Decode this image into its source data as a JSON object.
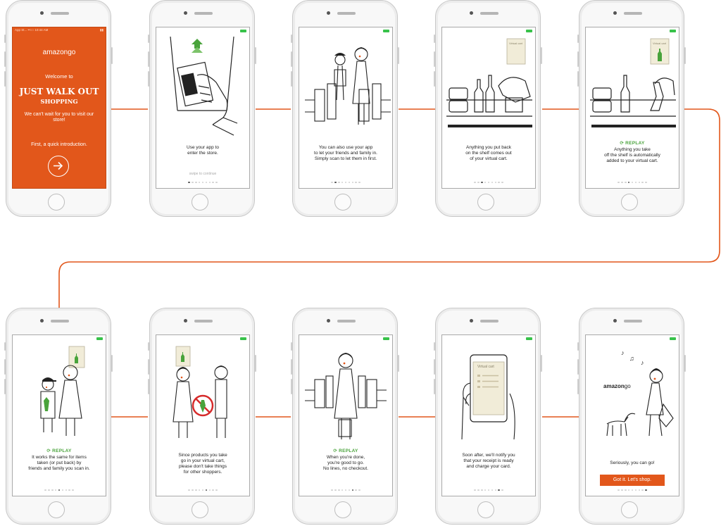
{
  "colors": {
    "accent": "#e2571b",
    "replay": "#49a33b",
    "battery": "#38c24a",
    "connector": "#e2571b"
  },
  "welcome": {
    "status_left": "App St...  ••○○  10:44 AM",
    "status_right": "▮▮",
    "logo_word": "amazon",
    "logo_go": "go",
    "line1": "Welcome to",
    "line2": "JUST WALK OUT",
    "line3": "SHOPPING",
    "line4": "We can't wait for you to visit our store!",
    "line5": "First, a quick introduction.",
    "arrow_icon": "arrow-right-icon"
  },
  "replay_label": "REPLAY",
  "screens": [
    {
      "caption": "Use your app to\nenter the store.",
      "hint": "swipe to continue"
    },
    {
      "caption": "You can also use your app\nto let your friends and family in.\nSimply scan to let them in first."
    },
    {
      "caption": "Anything you put back\non the shelf comes out\nof your virtual cart.",
      "cart_label": "Virtual cart"
    },
    {
      "caption": "Anything you take\noff the shelf is automatically\nadded to your virtual cart.",
      "cart_label": "Virtual cart"
    },
    {
      "caption": "It works the same for items\ntaken (or put back) by\nfriends and family you scan in."
    },
    {
      "caption": "Since products you take\ngo in your virtual cart,\nplease don't take things\nfor other shoppers."
    },
    {
      "caption": "When you're done,\nyou're good to go.\nNo lines, no checkout."
    },
    {
      "caption": "Soon after, we'll notify you\nthat your receipt is ready\nand charge your card.",
      "cart_label": "Virtual cart"
    },
    {
      "caption": "Seriously, you can go!",
      "button": "Got it. Let's shop.",
      "logo_word": "amazon",
      "logo_go": "go"
    }
  ]
}
